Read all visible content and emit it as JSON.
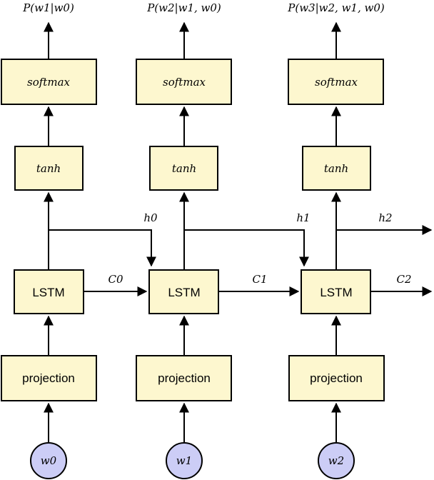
{
  "columns": [
    {
      "output_label": "P(w1|w0)",
      "softmax_label": "softmax",
      "tanh_label": "tanh",
      "lstm_label": "LSTM",
      "projection_label": "projection",
      "input_label": "w0"
    },
    {
      "output_label": "P(w2|w1, w0)",
      "softmax_label": "softmax",
      "tanh_label": "tanh",
      "lstm_label": "LSTM",
      "projection_label": "projection",
      "input_label": "w1"
    },
    {
      "output_label": "P(w3|w2, w1, w0)",
      "softmax_label": "softmax",
      "tanh_label": "tanh",
      "lstm_label": "LSTM",
      "projection_label": "projection",
      "input_label": "w2"
    }
  ],
  "hidden_states": [
    "h0",
    "h1",
    "h2"
  ],
  "cell_states": [
    "C0",
    "C1",
    "C2"
  ],
  "colors": {
    "box_fill": "#fdf7cf",
    "input_fill": "#cccdf6",
    "stroke": "#000000"
  }
}
